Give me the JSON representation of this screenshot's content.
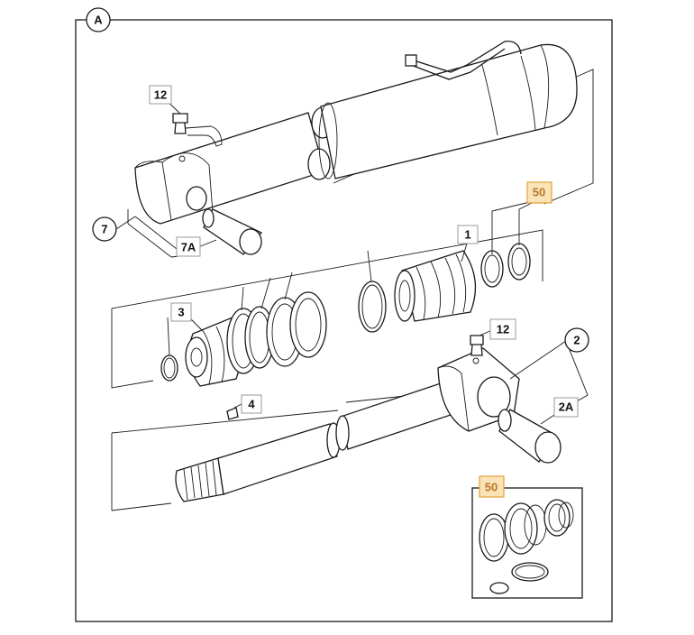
{
  "diagram": {
    "section_label": "A",
    "callouts": {
      "c12_top": "12",
      "c7": "7",
      "c7a": "7A",
      "c50_top": "50",
      "c1": "1",
      "c3": "3",
      "c12_mid": "12",
      "c2": "2",
      "c2a": "2A",
      "c4": "4",
      "c50_kit": "50"
    },
    "colors": {
      "line": "#1a1a1a",
      "highlight_fill": "#fbe3b8",
      "highlight_stroke": "#e3a13a",
      "highlight_text": "#b8772a"
    }
  }
}
